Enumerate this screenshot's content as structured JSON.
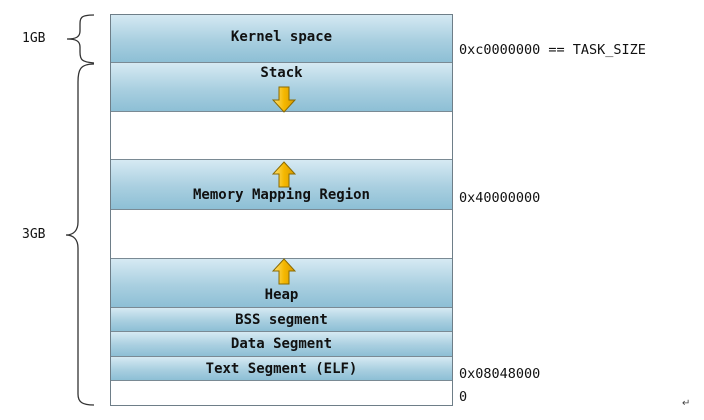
{
  "segments": {
    "kernel": "Kernel space",
    "stack": "Stack",
    "mmap": "Memory Mapping Region",
    "heap": "Heap",
    "bss": "BSS segment",
    "data": "Data Segment",
    "text": "Text Segment (ELF)"
  },
  "addresses": {
    "task_size": "0xc0000000 == TASK_SIZE",
    "mmap_base": "0x40000000",
    "text_base": "0x08048000",
    "zero": "0"
  },
  "sizes": {
    "kernel": "1GB",
    "user": "3GB"
  },
  "colors": {
    "segment_fill": "#a9cfe0",
    "arrow_fill": "#f5b800",
    "arrow_stroke": "#8a6a00"
  },
  "icons": {
    "stack_growth": "arrow-down-icon",
    "mmap_growth": "arrow-up-icon",
    "heap_growth": "arrow-up-icon"
  },
  "footer_mark": "↵"
}
